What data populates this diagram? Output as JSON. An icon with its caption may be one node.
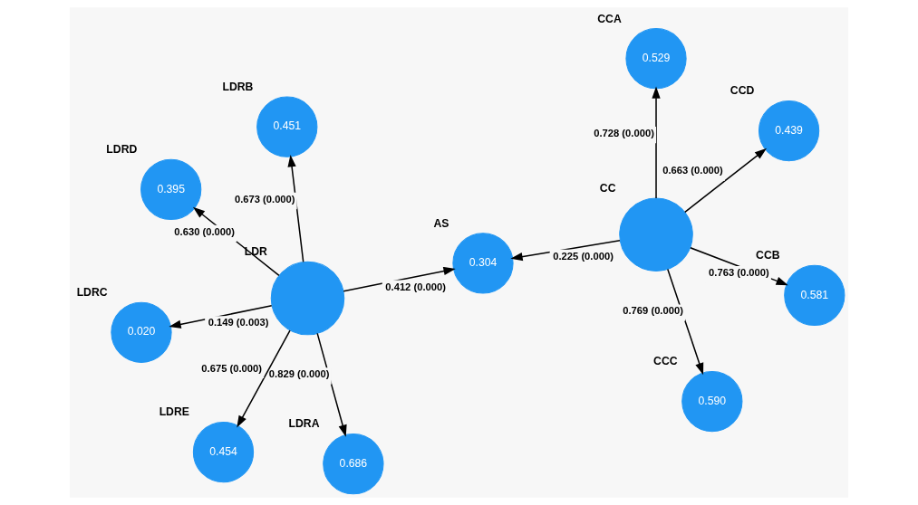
{
  "diagram": {
    "nodes": [
      {
        "text": [
          "0.529"
        ],
        "beside": [
          "CCA"
        ]
      },
      {
        "text": [
          "0.581"
        ],
        "beside": [
          "CCB"
        ]
      },
      {
        "text": [
          "0.590"
        ],
        "beside": [
          "CCC"
        ]
      },
      {
        "text": [
          "0.439"
        ],
        "beside": [
          "CCD"
        ]
      },
      {
        "text": [],
        "shape": "circle",
        "beside": [
          "CC"
        ]
      },
      {
        "text": [
          "0.304"
        ],
        "beside": [
          "AS"
        ]
      },
      {
        "text": [],
        "shape": "circle",
        "beside": [
          "LDR"
        ]
      },
      {
        "text": [
          "0.686"
        ],
        "beside": [
          "LDRA"
        ]
      },
      {
        "text": [
          "0.451"
        ],
        "beside": [
          "LDRB"
        ]
      },
      {
        "text": [
          "0.020"
        ],
        "beside": [
          "LDRC"
        ]
      },
      {
        "text": [
          "0.454"
        ],
        "beside": [
          "LDRE"
        ]
      },
      {
        "text": [
          "0.395"
        ],
        "beside": [
          "LDRD"
        ]
      }
    ],
    "edges": [
      {
        "from": 4,
        "to": 0,
        "arrow": "to",
        "label": "0.728 (0.000)"
      },
      {
        "from": 4,
        "to": 1,
        "arrow": "to",
        "label": "0.763 (0.000)"
      },
      {
        "from": 4,
        "to": 2,
        "arrow": "to",
        "label": "0.769 (0.000)"
      },
      {
        "from": 4,
        "to": 3,
        "arrow": "to",
        "label": "0.663 (0.000)"
      },
      {
        "from": 4,
        "to": 5,
        "arrow": "to",
        "label": "0.225 (0.000)"
      },
      {
        "from": 6,
        "to": 5,
        "arrow": "to",
        "label": "0.412 (0.000)"
      },
      {
        "from": 6,
        "to": 7,
        "arrow": "to",
        "label": "0.829 (0.000)"
      },
      {
        "from": 6,
        "to": 8,
        "arrow": "to",
        "label": "0.673 (0.000)"
      },
      {
        "from": 6,
        "to": 9,
        "arrow": "to",
        "label": "0.149 (0.003)"
      },
      {
        "from": 6,
        "to": 10,
        "arrow": "to",
        "label": "0.675 (0.000)"
      },
      {
        "from": 6,
        "to": 11,
        "arrow": "to",
        "label": "0.630 (0.000)"
      }
    ]
  }
}
